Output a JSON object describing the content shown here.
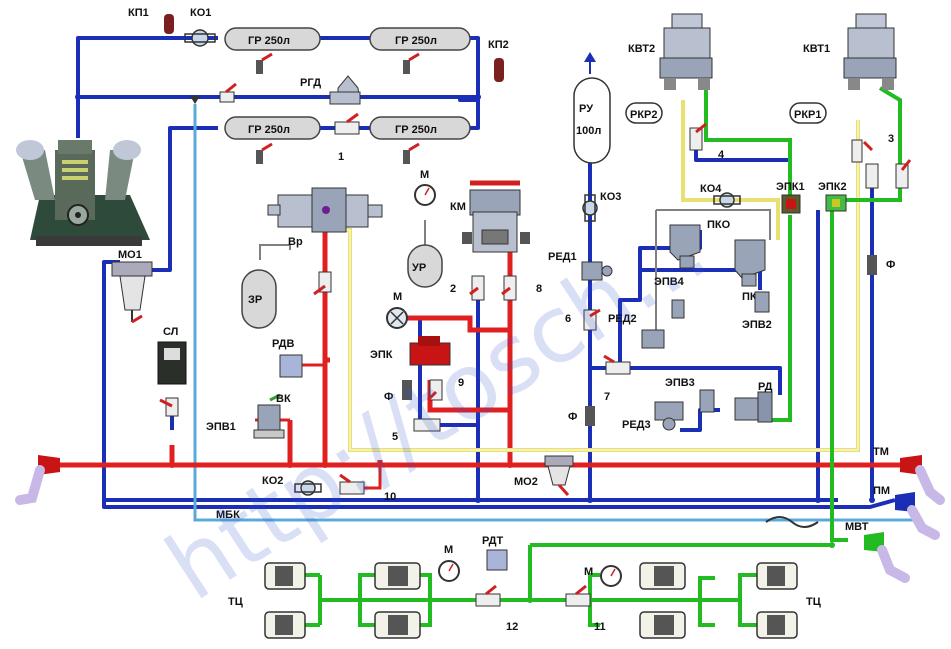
{
  "colors": {
    "main_line": "#1a2fb5",
    "main_line_light": "#5aa9d8",
    "brake_line": "#e02020",
    "green_line": "#22bb22",
    "yellow_line": "#e8e070",
    "grey_line": "#808080",
    "tank_fill": "#d8d8d8",
    "pipe_dark": "#222222"
  },
  "labels": {
    "kp1": "КП1",
    "ko1": "КО1",
    "kp2": "КП2",
    "gr1": "ГР 250л",
    "gr2": "ГР 250л",
    "gr3": "ГР 250л",
    "gr4": "ГР 250л",
    "rgd": "РГД",
    "n1": "1",
    "mo1": "МО1",
    "sl": "СЛ",
    "vr": "Вр",
    "zr": "ЗР",
    "rdv": "РДВ",
    "vk": "ВК",
    "epv1": "ЭПВ1",
    "m1": "М",
    "ur": "УР",
    "km": "КМ",
    "m2": "М",
    "n2": "2",
    "n8": "8",
    "epk": "ЭПК",
    "n9": "9",
    "f1": "Ф",
    "n5": "5",
    "ko2": "КО2",
    "n10": "10",
    "mo2": "МО2",
    "mbk": "МБК",
    "ru": "РУ",
    "ru_vol": "100л",
    "ko3": "КО3",
    "red1": "РЕД1",
    "n6": "6",
    "red2": "РЕД2",
    "n7": "7",
    "f2": "Ф",
    "epv3": "ЭПВ3",
    "rd": "РД",
    "red3": "РЕД3",
    "kvt2": "КВТ2",
    "kvt1": "КВТ1",
    "rkr2": "РКР2",
    "rkr1": "РКР1",
    "n4": "4",
    "n3": "3",
    "ko4": "КО4",
    "pko": "ПКО",
    "epk1": "ЭПК1",
    "epk2": "ЭПК2",
    "epv4": "ЭПВ4",
    "pkt": "ПКТ",
    "epv2": "ЭПВ2",
    "f3": "Ф",
    "tm": "ТМ",
    "pm": "ПМ",
    "mvt": "МВТ",
    "rdt": "РДТ",
    "m3": "М",
    "m4": "М",
    "tc_left": "ТЦ",
    "tc_right": "ТЦ",
    "n12": "12",
    "n11": "11"
  },
  "watermark": "http://tosch..."
}
